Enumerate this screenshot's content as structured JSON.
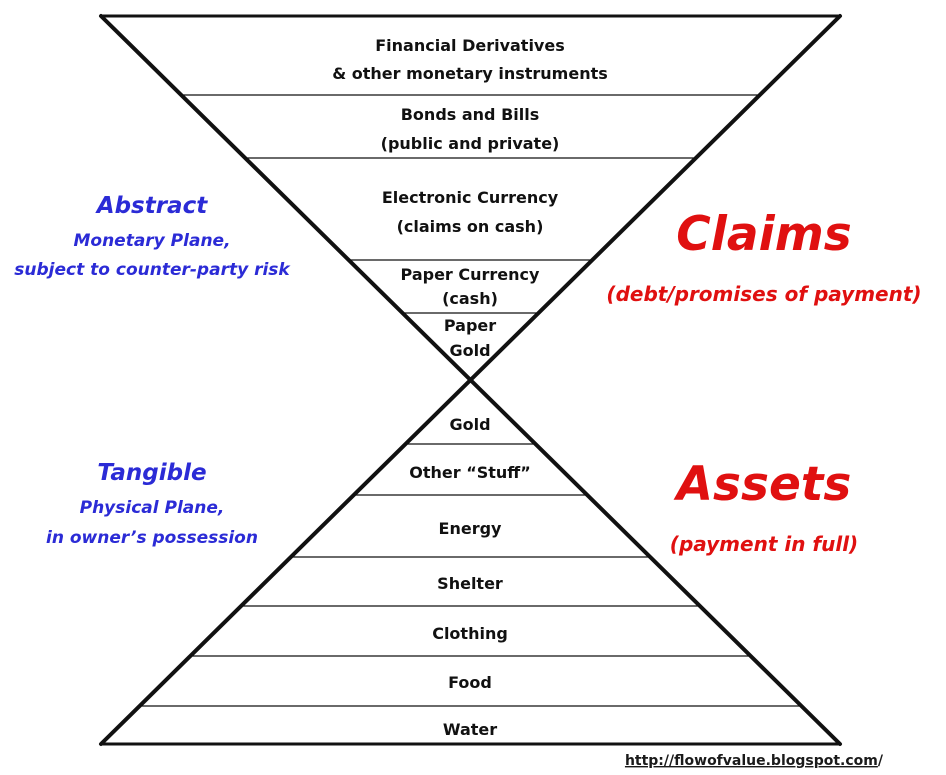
{
  "colors": {
    "lines": "#111111",
    "abstract_text": "#2b2bd6",
    "claims_text": "#e01010",
    "credit_text": "#1a1a1a"
  },
  "top_layers": [
    {
      "lines": [
        "Financial Derivatives",
        "& other monetary instruments"
      ]
    },
    {
      "lines": [
        "Bonds and Bills",
        "(public and private)"
      ]
    },
    {
      "lines": [
        "Electronic Currency",
        "(claims on cash)"
      ]
    },
    {
      "lines": [
        "Paper Currency",
        "(cash)"
      ]
    },
    {
      "lines": [
        "Paper",
        "Gold"
      ]
    }
  ],
  "bottom_layers": [
    {
      "lines": [
        "Gold"
      ]
    },
    {
      "lines": [
        "Other “Stuff”"
      ]
    },
    {
      "lines": [
        "Energy"
      ]
    },
    {
      "lines": [
        "Shelter"
      ]
    },
    {
      "lines": [
        "Clothing"
      ]
    },
    {
      "lines": [
        "Food"
      ]
    },
    {
      "lines": [
        "Water"
      ]
    }
  ],
  "left_top": {
    "title": "Abstract",
    "sub1": "Monetary Plane,",
    "sub2": "subject to counter-party risk"
  },
  "left_bottom": {
    "title": "Tangible",
    "sub1": "Physical Plane,",
    "sub2": "in owner’s possession"
  },
  "right_top": {
    "title": "Claims",
    "sub": "(debt/promises of payment)"
  },
  "right_bottom": {
    "title": "Assets",
    "sub": "(payment in full)"
  },
  "credit": {
    "url": "http://flowofvalue.blogspot.com",
    "suffix": "/"
  }
}
